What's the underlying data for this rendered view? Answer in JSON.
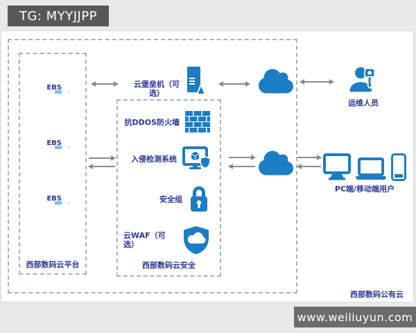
{
  "badges": {
    "tg_label": "TG: MYYJJPP",
    "site_label": "www.weiliuyun.com"
  },
  "diagram": {
    "public_cloud_label": "西部数码公有云",
    "platform": {
      "label": "西部数码云平台",
      "storage_groups": [
        {
          "label": "EBS"
        },
        {
          "label": "EBS"
        },
        {
          "label": "EBS"
        }
      ]
    },
    "bastion": {
      "label": "云堡垒机（可选）"
    },
    "security": {
      "label": "西部数码云安全",
      "items": [
        {
          "label": "抗DDOS防火墙",
          "icon": "firewall-brick-icon"
        },
        {
          "label": "入侵检测系统",
          "icon": "intrusion-detection-icon"
        },
        {
          "label": "安全组",
          "icon": "security-group-lock-icon"
        },
        {
          "label": "云WAF（可选）",
          "icon": "waf-shield-icon"
        }
      ]
    },
    "ops_user_label": "运维人员",
    "end_user_label": "PC端/移动端用户",
    "icons": [
      "tower-server-icon",
      "cloud-icon",
      "operator-key-icon",
      "pc-monitor-icon",
      "laptop-icon",
      "smartphone-icon",
      "server-stack-icon"
    ]
  },
  "colors": {
    "primary_blue": "#1b7ec4",
    "accent_light_blue": "#7cc0e8",
    "label_navy": "#2c3694",
    "arrow_gray": "#8a8a8a",
    "dash_gray": "#a7b3ba",
    "tg_badge_gray": "#585858",
    "site_badge_gray": "#6c6c6c",
    "page_bg": "#e9e9e9"
  }
}
